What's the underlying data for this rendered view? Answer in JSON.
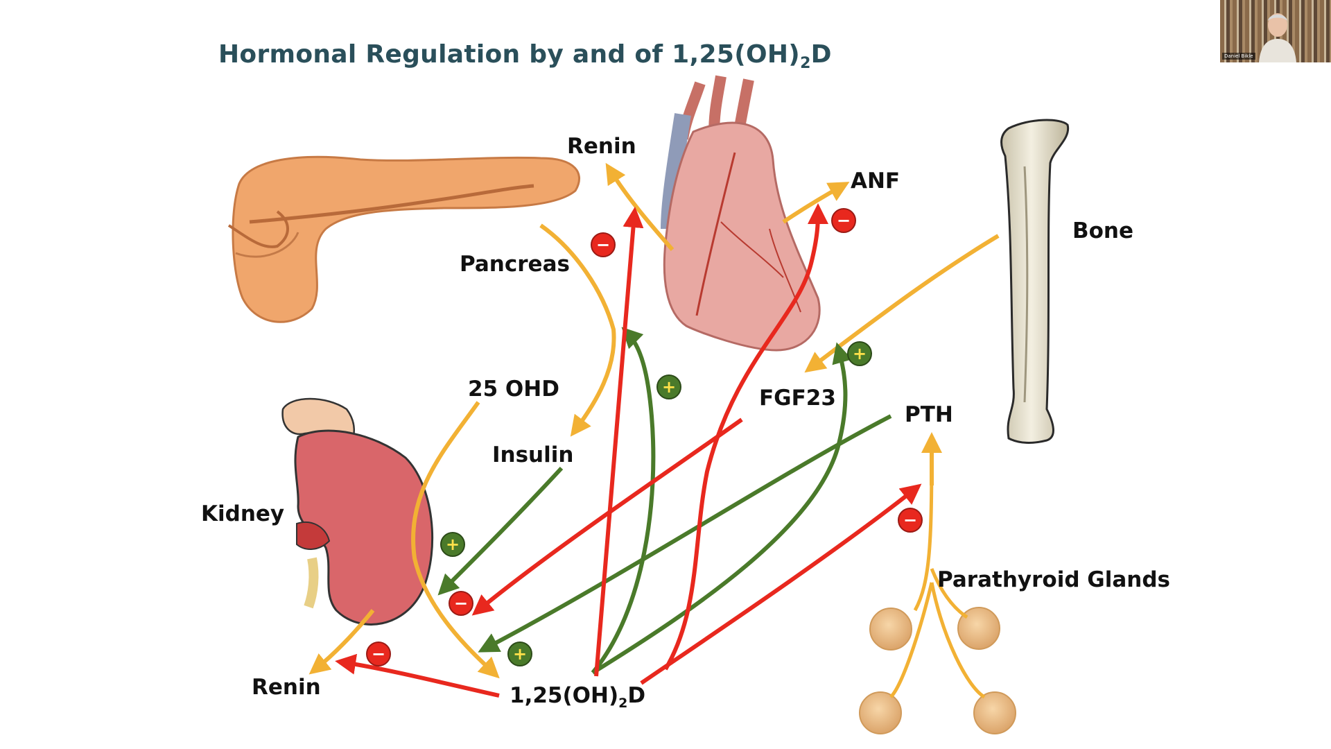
{
  "slide": {
    "title_main": "Hormonal Regulation by and of 1,25(OH)",
    "title_sub": "2",
    "title_end": "D"
  },
  "labels": {
    "renin_top": "Renin",
    "anf": "ANF",
    "bone": "Bone",
    "pancreas": "Pancreas",
    "ohd25": "25 OHD",
    "fgf23": "FGF23",
    "pth": "PTH",
    "insulin": "Insulin",
    "kidney": "Kidney",
    "parathyroid": "Parathyroid Glands",
    "renin_bottom": "Renin",
    "vitd_main": "1,25(OH)",
    "vitd_sub": "2",
    "vitd_end": "D"
  },
  "signs": {
    "plus": "+",
    "minus": "−"
  },
  "webcam": {
    "name": "Daniel Bikle"
  },
  "colors": {
    "stimulate": "#4a7a2a",
    "inhibit": "#e8281e",
    "pathway": "#f2b134",
    "title": "#2a4f5a"
  }
}
